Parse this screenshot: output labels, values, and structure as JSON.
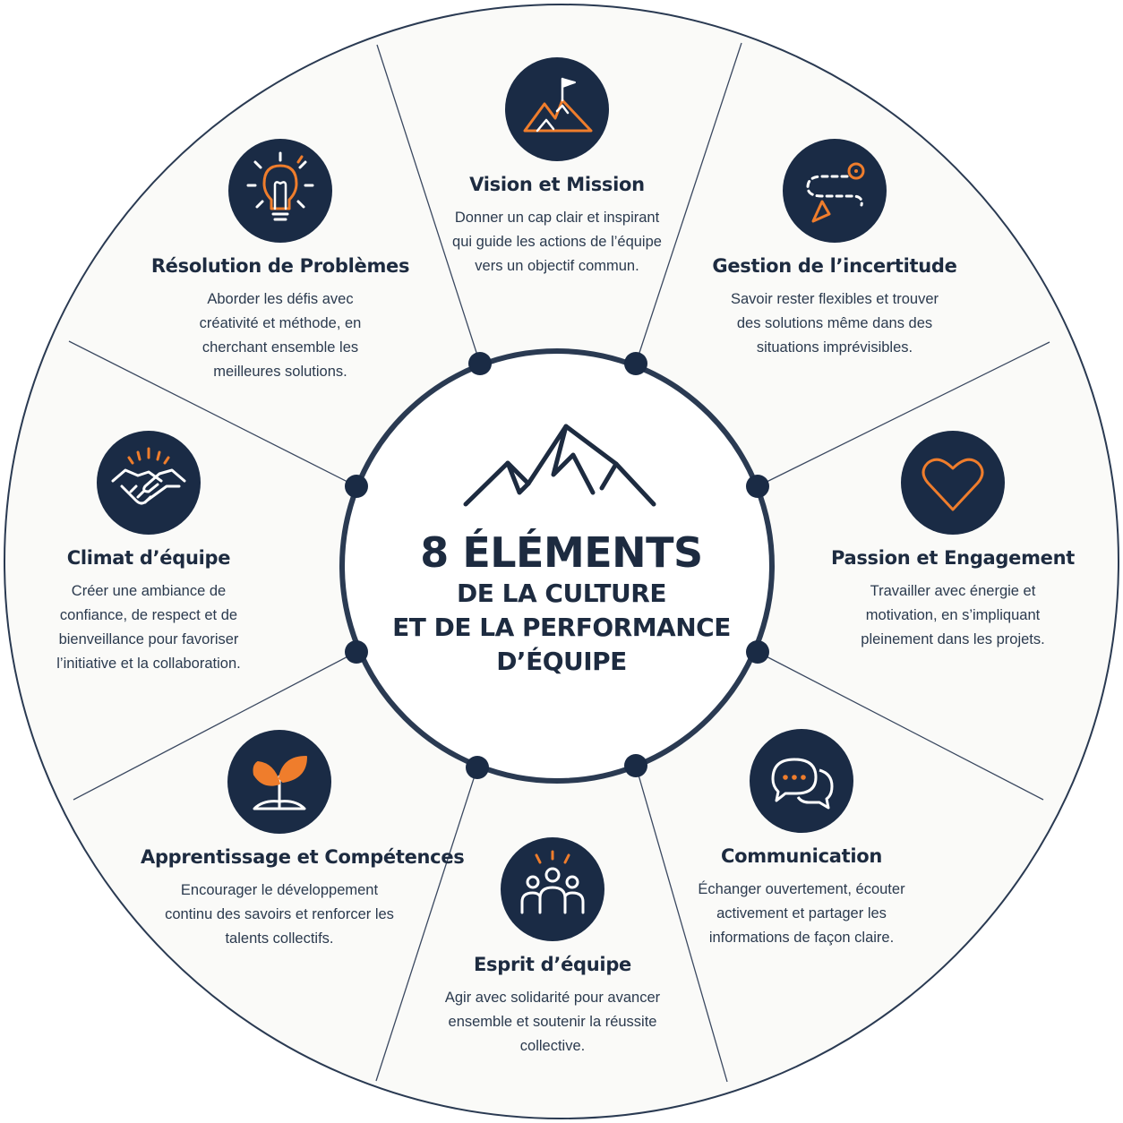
{
  "colors": {
    "navy": "#1a2b45",
    "accent": "#ef7d2c",
    "background": "#fafaf8",
    "line": "#2a3a52"
  },
  "center": {
    "title": "8 ÉLÉMENTS",
    "lines": [
      "DE LA CULTURE",
      "ET DE LA PERFORMANCE",
      "D’ÉQUIPE"
    ],
    "icon": "mountain-icon"
  },
  "elements": [
    {
      "title": "Vision et Mission",
      "description": "Donner un cap clair et inspirant qui guide les actions de l’équipe vers un objectif commun.",
      "icon": "mountain-flag-icon"
    },
    {
      "title": "Gestion de l’incertitude",
      "description": "Savoir rester flexibles et trouver des solutions même dans des situations imprévisibles.",
      "icon": "route-icon"
    },
    {
      "title": "Passion et Engagement",
      "description": "Travailler avec énergie et motivation, en s’impliquant pleinement dans les projets.",
      "icon": "heart-icon"
    },
    {
      "title": "Communication",
      "description": "Échanger ouvertement, écouter activement et partager les informations de façon claire.",
      "icon": "chat-bubbles-icon"
    },
    {
      "title": "Esprit d’équipe",
      "description": "Agir avec solidarité pour avancer ensemble et soutenir la réussite collective.",
      "icon": "team-icon"
    },
    {
      "title": "Apprentissage et Compétences",
      "description": "Encourager le développement continu des savoirs et renforcer les talents collectifs.",
      "icon": "sprout-icon"
    },
    {
      "title": "Climat d’équipe",
      "description": "Créer une ambiance de confiance, de respect et de bienveillance pour favoriser l’initiative et la collaboration.",
      "icon": "handshake-icon"
    },
    {
      "title": "Résolution de Problèmes",
      "description": "Aborder les défis avec créativité et méthode, en cherchant ensemble les meilleures solutions.",
      "icon": "lightbulb-icon"
    }
  ]
}
